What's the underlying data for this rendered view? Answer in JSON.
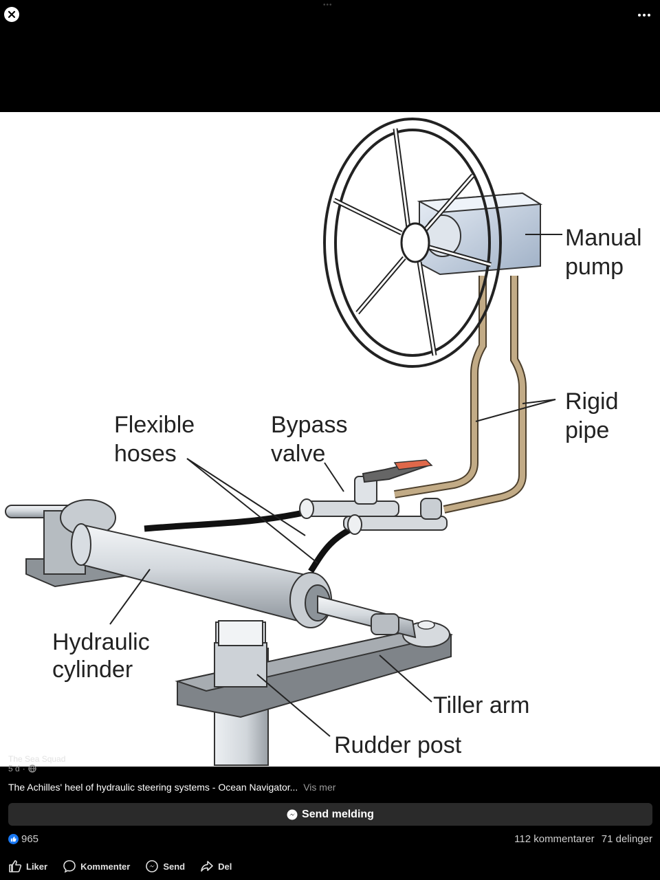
{
  "header": {
    "close_icon": "close-icon",
    "more_icon": "more-options-icon"
  },
  "diagram": {
    "labels": {
      "manual_pump_1": "Manual",
      "manual_pump_2": "pump",
      "rigid_pipe_1": "Rigid",
      "rigid_pipe_2": "pipe",
      "flexible_hoses_1": "Flexible",
      "flexible_hoses_2": "hoses",
      "bypass_valve_1": "Bypass",
      "bypass_valve_2": "valve",
      "hydraulic_cylinder_1": "Hydraulic",
      "hydraulic_cylinder_2": "cylinder",
      "tiller_arm": "Tiller arm",
      "rudder_post": "Rudder post"
    },
    "colors": {
      "pipe": "#c2ab86",
      "pipe_dark": "#8a7456",
      "metal": "#d9dde2",
      "metal_dark": "#8e959c",
      "hose": "#111111",
      "valve_handle": "#e0684a",
      "pump": "#cfd8e6"
    }
  },
  "post": {
    "watermark": "The Sea Squad",
    "time": "5 d",
    "visibility_icon": "globe-icon",
    "caption": "The Achilles' heel of hydraulic steering systems - Ocean Navigator...",
    "see_more": "Vis mer",
    "send_message_label": "Send melding",
    "reaction_count": "965",
    "comments": "112 kommentarer",
    "shares": "71 delinger"
  },
  "actions": {
    "like": "Liker",
    "comment": "Kommenter",
    "send": "Send",
    "share": "Del"
  }
}
